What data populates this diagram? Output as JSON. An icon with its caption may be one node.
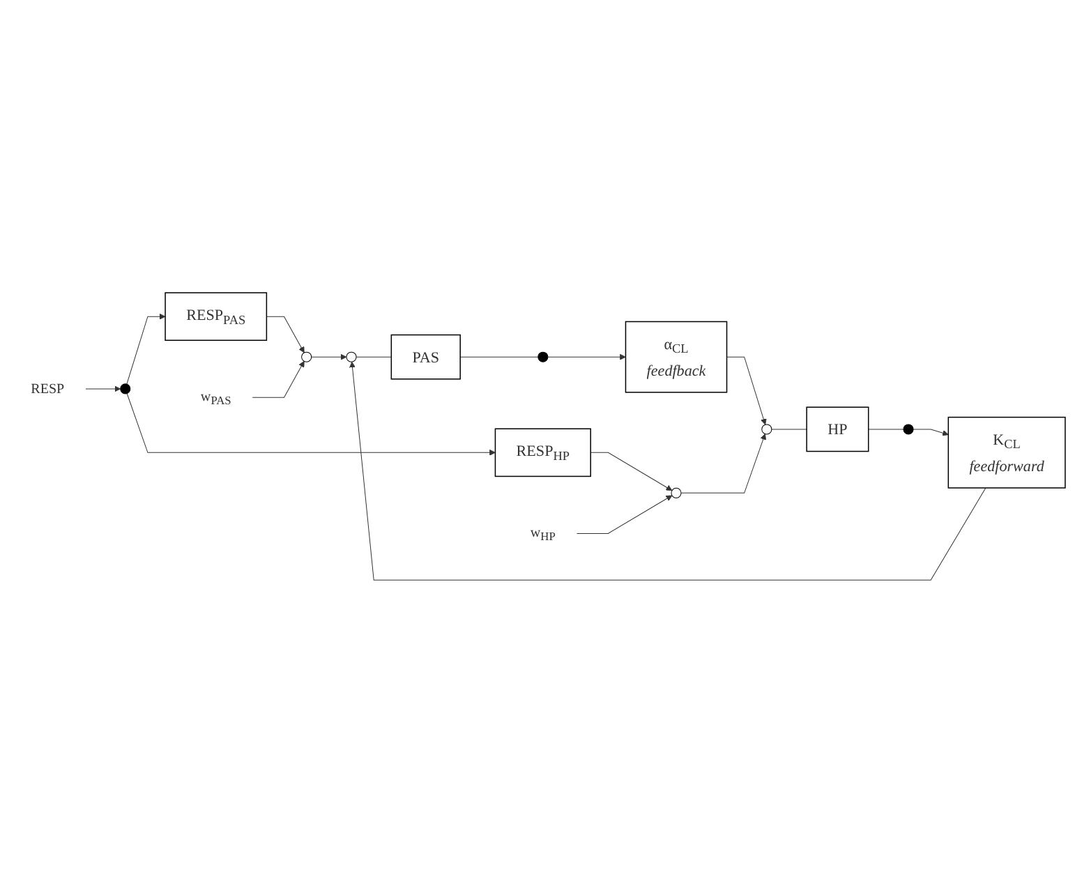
{
  "diagram": {
    "nodes": [
      {
        "text": [
          "RESP"
        ]
      },
      {
        "text": [],
        "shape": "circle"
      },
      {
        "text": [
          "RESP$_{PAS}$"
        ]
      },
      {
        "text": [
          "w$_{PAS}$"
        ]
      },
      {
        "text": [],
        "shape": "circle"
      },
      {
        "text": [],
        "shape": "circle"
      },
      {
        "text": [
          "K$_{CL}$",
          "feedforward"
        ]
      },
      {
        "text": [],
        "shape": "circle"
      },
      {
        "text": [
          "PAS"
        ]
      },
      {
        "text": [],
        "shape": "circle"
      },
      {
        "text": [
          "α$_{CL}$",
          "feedfback"
        ]
      },
      {
        "text": [],
        "shape": "circle"
      },
      {
        "text": [
          "HP"
        ]
      },
      {
        "text": [
          "RESP$_{HP}$"
        ]
      },
      {
        "text": [],
        "shape": "circle"
      },
      {
        "text": [
          "w$_{HP}$"
        ]
      }
    ],
    "edges": [
      {
        "from": 0,
        "to": 1,
        "arrow": "to"
      },
      {
        "from": 1,
        "to": 2,
        "arrow": "to"
      },
      {
        "from": 2,
        "to": 4,
        "arrow": "to"
      },
      {
        "from": 3,
        "to": 4,
        "arrow": "to"
      },
      {
        "from": 1,
        "to": 13,
        "arrow": "to"
      },
      {
        "from": 4,
        "to": 7,
        "arrow": "to"
      },
      {
        "from": 5,
        "to": 6,
        "arrow": "to"
      },
      {
        "from": 6,
        "to": 7,
        "arrow": "to"
      },
      {
        "from": 7,
        "to": 8,
        "arrow": "none"
      },
      {
        "from": 8,
        "to": 9,
        "arrow": "none"
      },
      {
        "from": 9,
        "to": 10,
        "arrow": "to"
      },
      {
        "from": 10,
        "to": 11,
        "arrow": "to"
      },
      {
        "from": 11,
        "to": 12,
        "arrow": "none"
      },
      {
        "from": 12,
        "to": 5,
        "arrow": "none"
      },
      {
        "from": 13,
        "to": 14,
        "arrow": "to"
      },
      {
        "from": 15,
        "to": 14,
        "arrow": "to"
      },
      {
        "from": 14,
        "to": 11,
        "arrow": "to"
      }
    ]
  }
}
